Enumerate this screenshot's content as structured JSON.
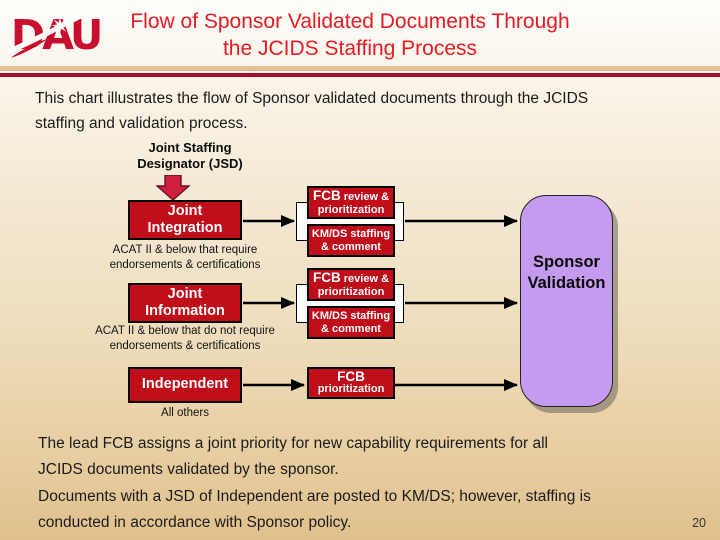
{
  "slide": {
    "page_number": "20"
  },
  "header": {
    "logo": "DAU",
    "title_lines": [
      "Flow of Sponsor Validated Documents Through",
      "the JCIDS Staffing Process"
    ]
  },
  "intro_lines": [
    "This chart illustrates the flow of Sponsor validated documents through the JCIDS",
    "staffing and validation process."
  ],
  "diagram": {
    "jsd_label_lines": [
      "Joint Staffing",
      "Designator (JSD)"
    ],
    "sources": [
      {
        "lines": [
          "Joint",
          "Integration"
        ],
        "caption_lines": [
          "ACAT II & below that require",
          "endorsements & certifications"
        ]
      },
      {
        "lines": [
          "Joint",
          "Information"
        ],
        "caption_lines": [
          "ACAT II & below that do not require",
          "endorsements & certifications"
        ]
      },
      {
        "lines": [
          "Independent"
        ],
        "caption_lines": [
          "All others"
        ]
      }
    ],
    "process": {
      "fcb_review": {
        "strong": "FCB",
        "rest": "review &",
        "line2": "prioritization"
      },
      "kmds": {
        "line1": "KM/DS staffing",
        "line2": "& comment"
      },
      "fcb_prioritization": {
        "strong": "FCB",
        "line2": "prioritization"
      }
    },
    "sponsor_lines": [
      "Sponsor",
      "Validation"
    ]
  },
  "footer_lines": [
    "The lead FCB assigns a joint priority for new capability requirements for all",
    "JCIDS documents validated by the sponsor.",
    "Documents with a JSD of Independent are posted to KM/DS; however, staffing is",
    "conducted in accordance with Sponsor policy."
  ],
  "colors": {
    "box_red": "#c00d1a",
    "title_red": "#e41b23",
    "sponsor_purple": "#c59bef",
    "band_tan": "#dfc091",
    "band_crimson": "#a80d2e",
    "arrow_block_red": "#ce1f3e",
    "flow_arrow_black": "#000000"
  }
}
